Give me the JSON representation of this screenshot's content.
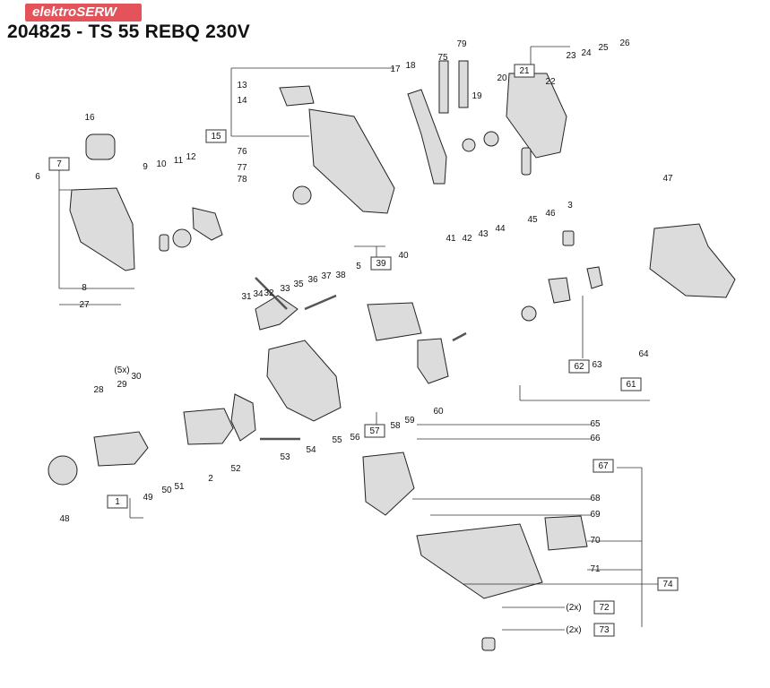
{
  "brand": {
    "logo_text": "elektroSERW",
    "logo_color": "#e4535a"
  },
  "title": "204825 - TS 55 REBQ 230V",
  "part_numbers": [
    "1",
    "2",
    "3",
    "5",
    "6",
    "7",
    "8",
    "9",
    "10",
    "11",
    "12",
    "13",
    "14",
    "15",
    "16",
    "17",
    "18",
    "19",
    "20",
    "21",
    "22",
    "23",
    "24",
    "25",
    "26",
    "27",
    "28",
    "29",
    "30",
    "31",
    "32",
    "33",
    "34",
    "35",
    "36",
    "37",
    "38",
    "39",
    "40",
    "41",
    "42",
    "43",
    "44",
    "45",
    "46",
    "47",
    "48",
    "49",
    "50",
    "51",
    "52",
    "53",
    "54",
    "55",
    "56",
    "57",
    "58",
    "59",
    "60",
    "61",
    "62",
    "63",
    "64",
    "65",
    "66",
    "67",
    "68",
    "69",
    "70",
    "71",
    "72",
    "73",
    "74",
    "75",
    "76",
    "77",
    "78",
    "79"
  ],
  "boxed_part_numbers": [
    "1",
    "7",
    "15",
    "21",
    "39",
    "57",
    "61",
    "62",
    "67",
    "72",
    "73",
    "74"
  ],
  "quantity_notes": {
    "q29": "(5x)",
    "q72": "(2x)",
    "q73": "(2x)"
  },
  "colors": {
    "line": "#222222",
    "part_fill": "#dcdcdc",
    "part_dark": "#555555",
    "box_border": "#333333"
  }
}
